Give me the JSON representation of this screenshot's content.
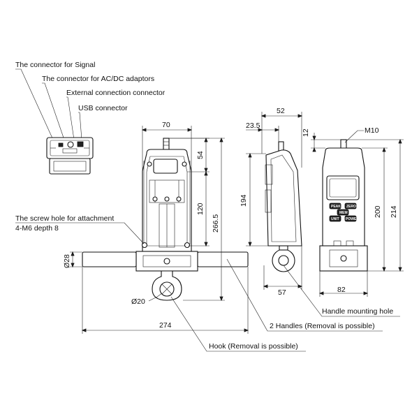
{
  "callouts": {
    "signal_connector": "The connector for Signal",
    "acdc_connector": "The connector for AC/DC adaptors",
    "external_connector": "External connection connector",
    "usb_connector": "USB connector",
    "screw_hole_title": "The screw hole for attachment",
    "screw_hole_spec": "4-M6 depth 8",
    "handle_mounting_hole": "Handle mounting hole",
    "handles": "2 Handles (Removal is possible)",
    "hook": "Hook (Removal is possible)"
  },
  "dimensions": {
    "d70": "70",
    "d54": "54",
    "d120": "120",
    "d266_5": "266.5",
    "d28": "Ø28",
    "d20": "Ø20",
    "d274": "274",
    "d52": "52",
    "d23_5": "23.5",
    "d194": "194",
    "d57": "57",
    "d12": "12",
    "m10": "M10",
    "d200": "200",
    "d214": "214",
    "d82": "82"
  },
  "keys": {
    "peak": "PEAK",
    "zero": "ZERO",
    "mem": "MEM",
    "unit": "UNIT",
    "power": "POWER"
  }
}
